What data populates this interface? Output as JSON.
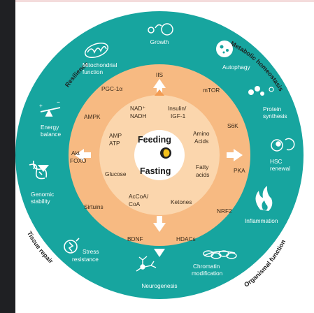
{
  "corners": {
    "resilience": "Resilience",
    "metabolic": "Metabolic homeostasis",
    "tissue_repair": "Tissue repair",
    "organismal": "Organismal function"
  },
  "center": {
    "feeding": "Feeding",
    "fasting": "Fasting"
  },
  "outer": {
    "growth": "Growth",
    "mito_1": "Mitochondrial",
    "mito_2": "function",
    "autophagy": "Autophagy",
    "energy_1": "Energy",
    "energy_2": "balance",
    "protein_1": "Protein",
    "protein_2": "synthesis",
    "hsc_1": "HSC",
    "hsc_2": "renewal",
    "genomic_1": "Genomic",
    "genomic_2": "stability",
    "inflammation": "Inflammation",
    "stress_1": "Stress",
    "stress_2": "resistance",
    "chromatin_1": "Chromatin",
    "chromatin_2": "modification",
    "neurogenesis": "Neurogenesis"
  },
  "middle": {
    "iis": "IIS",
    "pgc": "PGC-1α",
    "mtor": "mTOR",
    "ampk": "AMPK",
    "s6k": "S6K",
    "akt": "Akt",
    "foxo": "FOXO",
    "pka": "PKA",
    "sirtuins": "Sirtuins",
    "nrf2": "NRF2",
    "bdnf": "BDNF",
    "hdacs": "HDACs"
  },
  "inner": {
    "nad_1": "NAD⁺",
    "nad_2": "NADH",
    "insulin_1": "Insulin/",
    "insulin_2": "IGF-1",
    "amp": "AMP",
    "atp": "ATP",
    "amino_1": "Amino",
    "amino_2": "Acids",
    "glucose": "Glucose",
    "fatty_1": "Fatty",
    "fatty_2": "acids",
    "acoa_1": "AcCoA/",
    "acoa_2": "CoA",
    "ketones": "Ketones"
  },
  "colors": {
    "teal": "#17a59f",
    "teal_dark": "#12908b",
    "orange_mid": "#f7ba82",
    "orange_light": "#fbd6ad",
    "orange_arrow": "#f39c53",
    "dark": "#1e1e1e"
  }
}
